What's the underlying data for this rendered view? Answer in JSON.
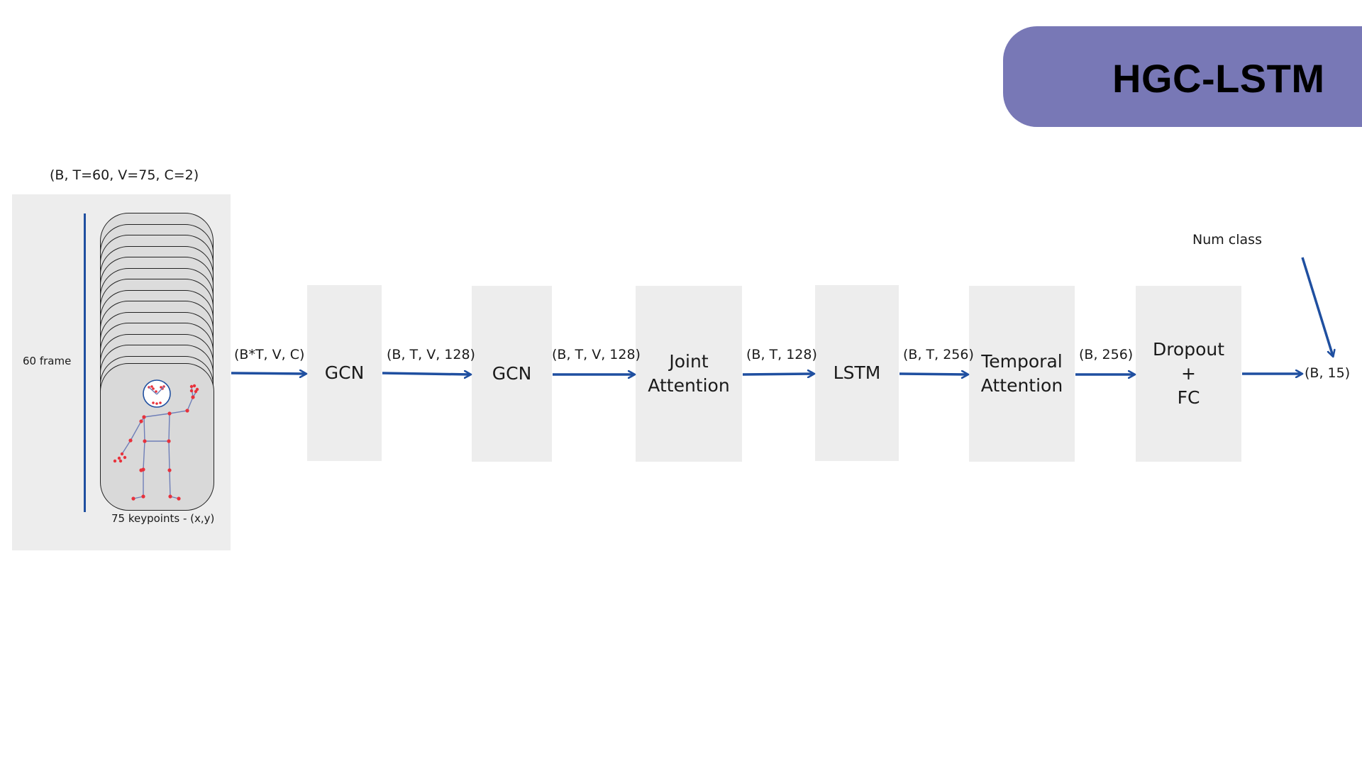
{
  "title": "HGC-LSTM",
  "input": {
    "shape_label": "(B, T=60, V=75, C=2)",
    "frame_label": "60 frame",
    "keypoints_label": "75 keypoints - (x,y)"
  },
  "blocks": [
    {
      "id": "gcn1",
      "label": "GCN"
    },
    {
      "id": "gcn2",
      "label": "GCN"
    },
    {
      "id": "joint_attention",
      "label": "Joint\nAttention"
    },
    {
      "id": "lstm",
      "label": "LSTM"
    },
    {
      "id": "temporal_attention",
      "label": "Temporal\nAttention"
    },
    {
      "id": "dropout_fc",
      "label": "Dropout\n+\nFC"
    }
  ],
  "edge_labels": [
    "(B*T, V, C)",
    "(B, T, V, 128)",
    "(B, T, V, 128)",
    "(B, T, 128)",
    "(B, T, 256)",
    "(B, 256)"
  ],
  "output_label": "(B, 15)",
  "num_class_label": "Num class",
  "colors": {
    "banner": "#7878b6",
    "arrow": "#1f4fa0",
    "block": "#ededed",
    "keypoint": "#e8323c",
    "bone": "#6f7fb8"
  }
}
